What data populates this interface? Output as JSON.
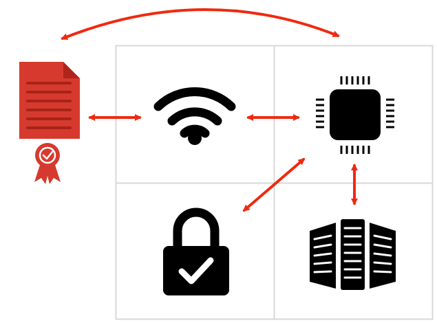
{
  "diagram": {
    "colors": {
      "arrow": "#ee2a10",
      "document": "#d63a2e",
      "document_dark": "#a82217",
      "icon": "#000000",
      "grid_border": "#d8d8d8",
      "background": "#ffffff"
    },
    "nodes": [
      {
        "id": "certificate",
        "icon": "certificate-document-icon"
      },
      {
        "id": "wireless",
        "icon": "wifi-icon"
      },
      {
        "id": "processor",
        "icon": "microchip-icon"
      },
      {
        "id": "secure-lock",
        "icon": "padlock-check-icon"
      },
      {
        "id": "servers",
        "icon": "server-rack-icon"
      }
    ],
    "edges": [
      {
        "from": "certificate",
        "to": "wireless",
        "direction": "both"
      },
      {
        "from": "wireless",
        "to": "processor",
        "direction": "both"
      },
      {
        "from": "processor",
        "to": "secure-lock",
        "direction": "both"
      },
      {
        "from": "processor",
        "to": "servers",
        "direction": "both"
      },
      {
        "from": "certificate",
        "to": "processor",
        "direction": "both",
        "style": "curved"
      }
    ]
  }
}
